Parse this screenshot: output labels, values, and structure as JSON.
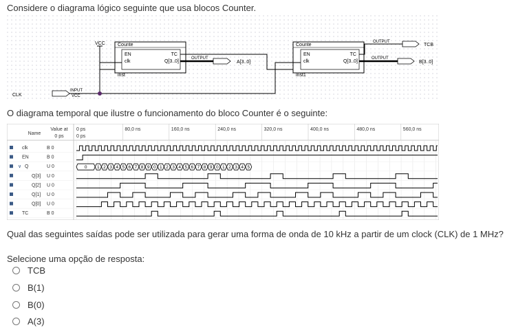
{
  "question": {
    "intro": "Considere o diagrama lógico seguinte que usa blocos Counter.",
    "timing_intro": "O diagrama temporal que ilustre o funcionamento do bloco Counter é o seguinte:",
    "prompt": "Qual das seguintes saídas pode ser utilizada para gerar uma forma de onda de 10 kHz a partir de um clock (CLK) de 1 MHz?",
    "select_prompt": "Selecione uma opção de resposta:"
  },
  "schematic": {
    "vcc_label": "VCC",
    "clk_label": "CLK",
    "input_tag": "INPUT",
    "input_vcc": "VCC",
    "counter1": {
      "title": "Counte",
      "en": "EN",
      "clk": "clk",
      "tc": "TC",
      "q": "Q[3..0]",
      "inst": "inst"
    },
    "counter2": {
      "title": "Counte",
      "en": "EN",
      "clk": "clk",
      "tc": "TC",
      "q": "Q[3..0]",
      "inst": "inst1"
    },
    "output_tag": "OUTPUT",
    "out_a": "A[3..0]",
    "out_tcb": "TCB",
    "out_b": "B[3..0]"
  },
  "waveform": {
    "header_name": "Name",
    "header_value_at": "Value at",
    "header_value_time": "0 ps",
    "cursor_top": "0 ps",
    "cursor_bottom": "0 ps",
    "time_ticks": [
      "80,0 ns",
      "160,0 ns",
      "240,0 ns",
      "320,0 ns",
      "400,0 ns",
      "480,0 ns",
      "560,0 ns"
    ],
    "rows": [
      {
        "name": "clk",
        "value": "B 0"
      },
      {
        "name": "EN",
        "value": "B 0"
      },
      {
        "name": "Q",
        "value": "U 0"
      },
      {
        "name": "Q[3]",
        "value": "U 0"
      },
      {
        "name": "Q[2]",
        "value": "U 0"
      },
      {
        "name": "Q[1]",
        "value": "U 0"
      },
      {
        "name": "Q[0]",
        "value": "U 0"
      },
      {
        "name": "TC",
        "value": "B 0"
      }
    ],
    "q_sequence": [
      "0",
      "1",
      "2",
      "3",
      "4",
      "5",
      "6",
      "7",
      "8",
      "9",
      "0",
      "1",
      "2",
      "3",
      "4",
      "5",
      "6",
      "7",
      "8",
      "9",
      "0",
      "1",
      "2",
      "3",
      "4",
      "5"
    ]
  },
  "options": [
    {
      "label": "TCB"
    },
    {
      "label": "B(1)"
    },
    {
      "label": "B(0)"
    },
    {
      "label": "A(3)"
    }
  ]
}
